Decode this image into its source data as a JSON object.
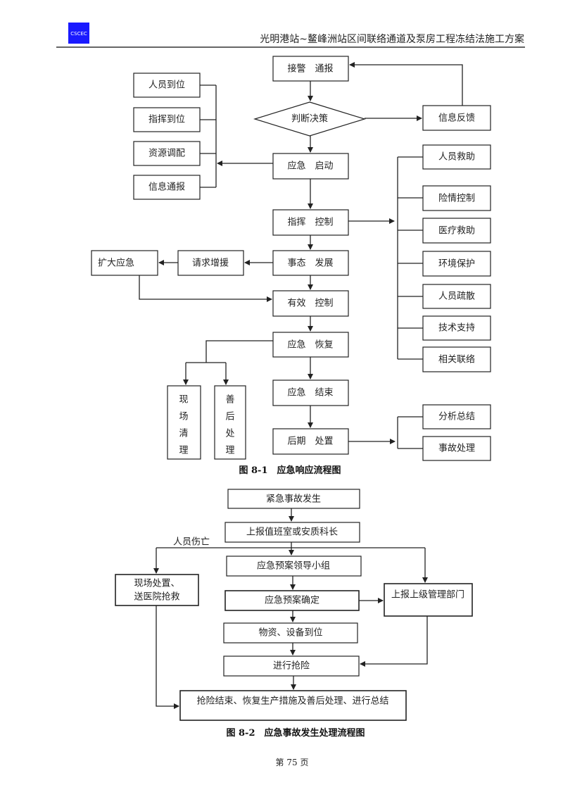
{
  "header": {
    "logo_text": "CSCEC",
    "title": "光明港站~鳌峰洲站区间联络通道及泵房工程冻结法施工方案"
  },
  "figure1": {
    "caption": "图 8-1　应急响应流程图",
    "main": [
      "接警　通报",
      "判断决策",
      "应急　启动",
      "指挥　控制",
      "事态　发展",
      "有效　控制",
      "应急　恢复",
      "应急　结束",
      "后期　处置"
    ],
    "feedback": "信息反馈",
    "left": [
      "人员到位",
      "指挥到位",
      "资源调配",
      "信息通报"
    ],
    "request": "请求增援",
    "expand": "扩大应急",
    "right": [
      "人员救助",
      "险情控制",
      "医疗救助",
      "环境保护",
      "人员疏散",
      "技术支持",
      "相关联络"
    ],
    "after": [
      "分析总结",
      "事故处理"
    ],
    "vertical": [
      [
        "现",
        "场",
        "清",
        "理"
      ],
      [
        "善",
        "后",
        "处",
        "理"
      ]
    ]
  },
  "figure2": {
    "caption": "图 8-2　应急事故发生处理流程图",
    "steps": [
      "紧急事故发生",
      "上报值班室或安质科长",
      "应急预案领导小组",
      "应急预案确定",
      "物资、设备到位",
      "进行抢险",
      "抢险结束、恢复生产措施及善后处理、进行总结"
    ],
    "casualty_label": "人员伤亡",
    "onsite": [
      "现场处置、",
      "送医院抢救"
    ],
    "report_up": "上报上级管理部门"
  },
  "footer": {
    "page": "第 75 页"
  },
  "colors": {
    "logo": "#1a1aff"
  }
}
